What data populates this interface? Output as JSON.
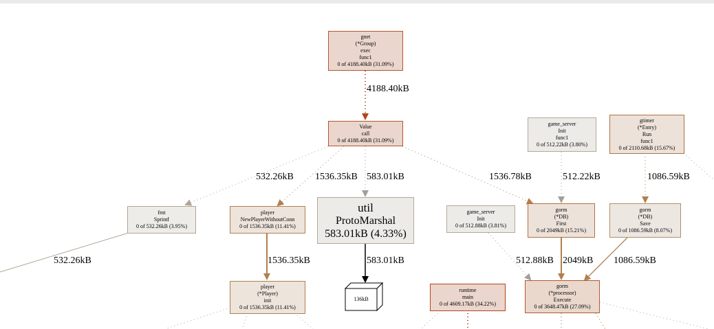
{
  "nodes": {
    "gnet_exec": {
      "lines": [
        "gnet",
        "(*Group)",
        "exec",
        "func1",
        "0 of 4188.40kB (31.09%)"
      ],
      "color": "#ead6cc",
      "border": "#b2552d"
    },
    "value_call": {
      "lines": [
        "Value",
        "call",
        "0 of 4188.40kB (31.09%)"
      ],
      "color": "#ead6cc",
      "border": "#b2552d"
    },
    "fmt_sprintf": {
      "lines": [
        "fmt",
        "Sprintf",
        "0 of 532.26kB (3.95%)"
      ],
      "color": "#eeece8",
      "border": "#b2a594"
    },
    "player_newplayer": {
      "lines": [
        "player",
        "NewPlayerWithoutConn",
        "0 of 1536.35kB (11.41%)"
      ],
      "color": "#ede4dc",
      "border": "#b27f4d"
    },
    "util_protomarshal": {
      "lines": [
        "util",
        "ProtoMarshal",
        "583.01kB (4.33%)"
      ],
      "color": "#edebe8",
      "border": "#b2a896"
    },
    "game_server_init_func1": {
      "lines": [
        "game_server",
        "Init",
        "func1",
        "0 of 512.22kB (3.80%)"
      ],
      "color": "#edebe8",
      "border": "#b2a896"
    },
    "gtimer_run": {
      "lines": [
        "gtimer",
        "(*Entry)",
        "Run",
        "func1",
        "0 of 2110.68kB (15.67%)"
      ],
      "color": "#ede2da",
      "border": "#b27040"
    },
    "game_server_init": {
      "lines": [
        "game_server",
        "Init",
        "0 of 512.88kB (3.81%)"
      ],
      "color": "#edebe8",
      "border": "#b2a896"
    },
    "gorm_first": {
      "lines": [
        "gorm",
        "(*DB)",
        "First",
        "0 of 2049kB (15.21%)"
      ],
      "color": "#ede2da",
      "border": "#b27040"
    },
    "gorm_save": {
      "lines": [
        "gorm",
        "(*DB)",
        "Save",
        "0 of 1086.59kB (8.07%)"
      ],
      "color": "#ede7e2",
      "border": "#b28d66"
    },
    "player_init": {
      "lines": [
        "player",
        "(*Player)",
        "init",
        "0 of 1536.35kB (11.41%)"
      ],
      "color": "#ede4dc",
      "border": "#b27f4d"
    },
    "protomarshal_alloc": {
      "lines": [
        "136kB"
      ],
      "color": "#ffffff",
      "border": "#000000"
    },
    "runtime_main": {
      "lines": [
        "runtime",
        "main",
        "0 of 4609.17kB (34.22%)"
      ],
      "color": "#ead6cc",
      "border": "#b2441a"
    },
    "gorm_execute": {
      "lines": [
        "gorm",
        "(*processor)",
        "Execute",
        "0 of 3648.47kB (27.09%)"
      ],
      "color": "#ead8cd",
      "border": "#b2582f"
    }
  },
  "edge_labels": {
    "gnet_to_value": "4188.40kB",
    "value_to_fmt": "532.26kB",
    "value_to_newplayer": "1536.35kB",
    "value_to_util": "583.01kB",
    "value_to_first": "1536.78kB",
    "gs_init_func1_to_first": "512.22kB",
    "gtimer_to_save": "1086.59kB",
    "fmt_out": "532.26kB",
    "newplayer_to_init": "1536.35kB",
    "util_to_alloc": "583.01kB",
    "gs_init_to_execute": "512.88kB",
    "first_to_execute": "2049kB",
    "save_to_execute": "1086.59kB"
  },
  "edge_colors": {
    "red": "#b2441a",
    "dark_red": "#b2552d",
    "brown": "#b27f4d",
    "tan": "#b2a596",
    "grey": "#a39f97",
    "black": "#000000"
  }
}
